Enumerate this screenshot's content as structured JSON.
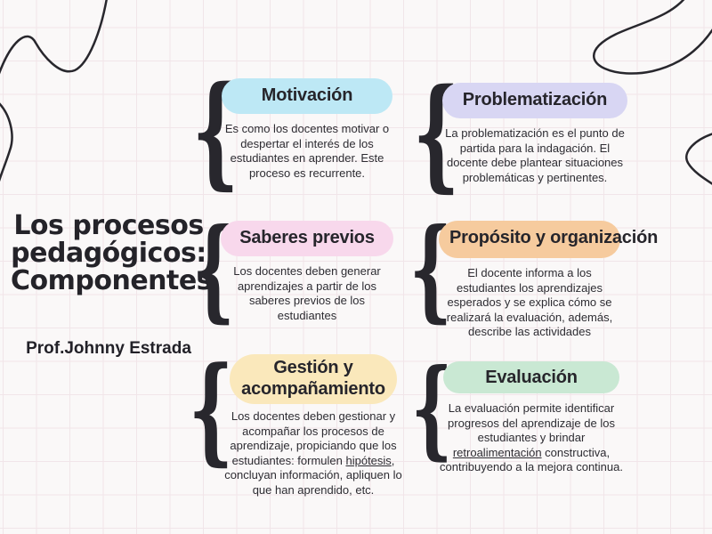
{
  "header": {
    "title_lines": [
      "Los procesos",
      "pedagógicos:",
      "Componentes"
    ],
    "author": "Prof.Johnny Estrada"
  },
  "decor": {
    "brace_char": "{",
    "doodles": [
      "squiggle-top-left",
      "loop-top-right"
    ]
  },
  "colors": {
    "background": "#faf8f8",
    "grid_line": "#f1e5e9",
    "ink": "#28272d",
    "body_text": "#2d2c32"
  },
  "components": [
    {
      "label": "Motivación",
      "color": "#bde8f5",
      "description": [
        {
          "text": "Es como los docentes motivar o despertar el interés de los estudiantes en aprender. Este proceso es recurrente.",
          "underline": false
        }
      ]
    },
    {
      "label": "Problematización",
      "color": "#d8d6f3",
      "description": [
        {
          "text": "La problematización es el punto de partida para la indagación. El docente debe plantear situaciones problemáticas y pertinentes.",
          "underline": false
        }
      ]
    },
    {
      "label": "Saberes previos",
      "color": "#f8d8ec",
      "description": [
        {
          "text": "Los docentes deben generar aprendizajes a partir de los saberes previos de los estudiantes",
          "underline": false
        }
      ]
    },
    {
      "label": "Propósito y organización",
      "color": "#f6cb9e",
      "description": [
        {
          "text": "El docente informa a los estudiantes los aprendizajes esperados y se explica cómo se realizará la evaluación, además, describe las actividades",
          "underline": false
        }
      ]
    },
    {
      "label": "Gestión y acompañamiento",
      "color": "#fae8bb",
      "description": [
        {
          "text": "Los docentes deben gestionar y acompañar los procesos de aprendizaje, propiciando que los estudiantes: formulen ",
          "underline": false
        },
        {
          "text": "hipótesis",
          "underline": true
        },
        {
          "text": ", concluyan información, apliquen lo que han aprendido, etc.",
          "underline": false
        }
      ]
    },
    {
      "label": "Evaluación",
      "color": "#c9e8d3",
      "description": [
        {
          "text": "La evaluación permite identificar progresos del aprendizaje de los estudiantes y brindar ",
          "underline": false
        },
        {
          "text": "retroalimentación",
          "underline": true
        },
        {
          "text": " constructiva, contribuyendo a la mejora continua.",
          "underline": false
        }
      ]
    }
  ]
}
